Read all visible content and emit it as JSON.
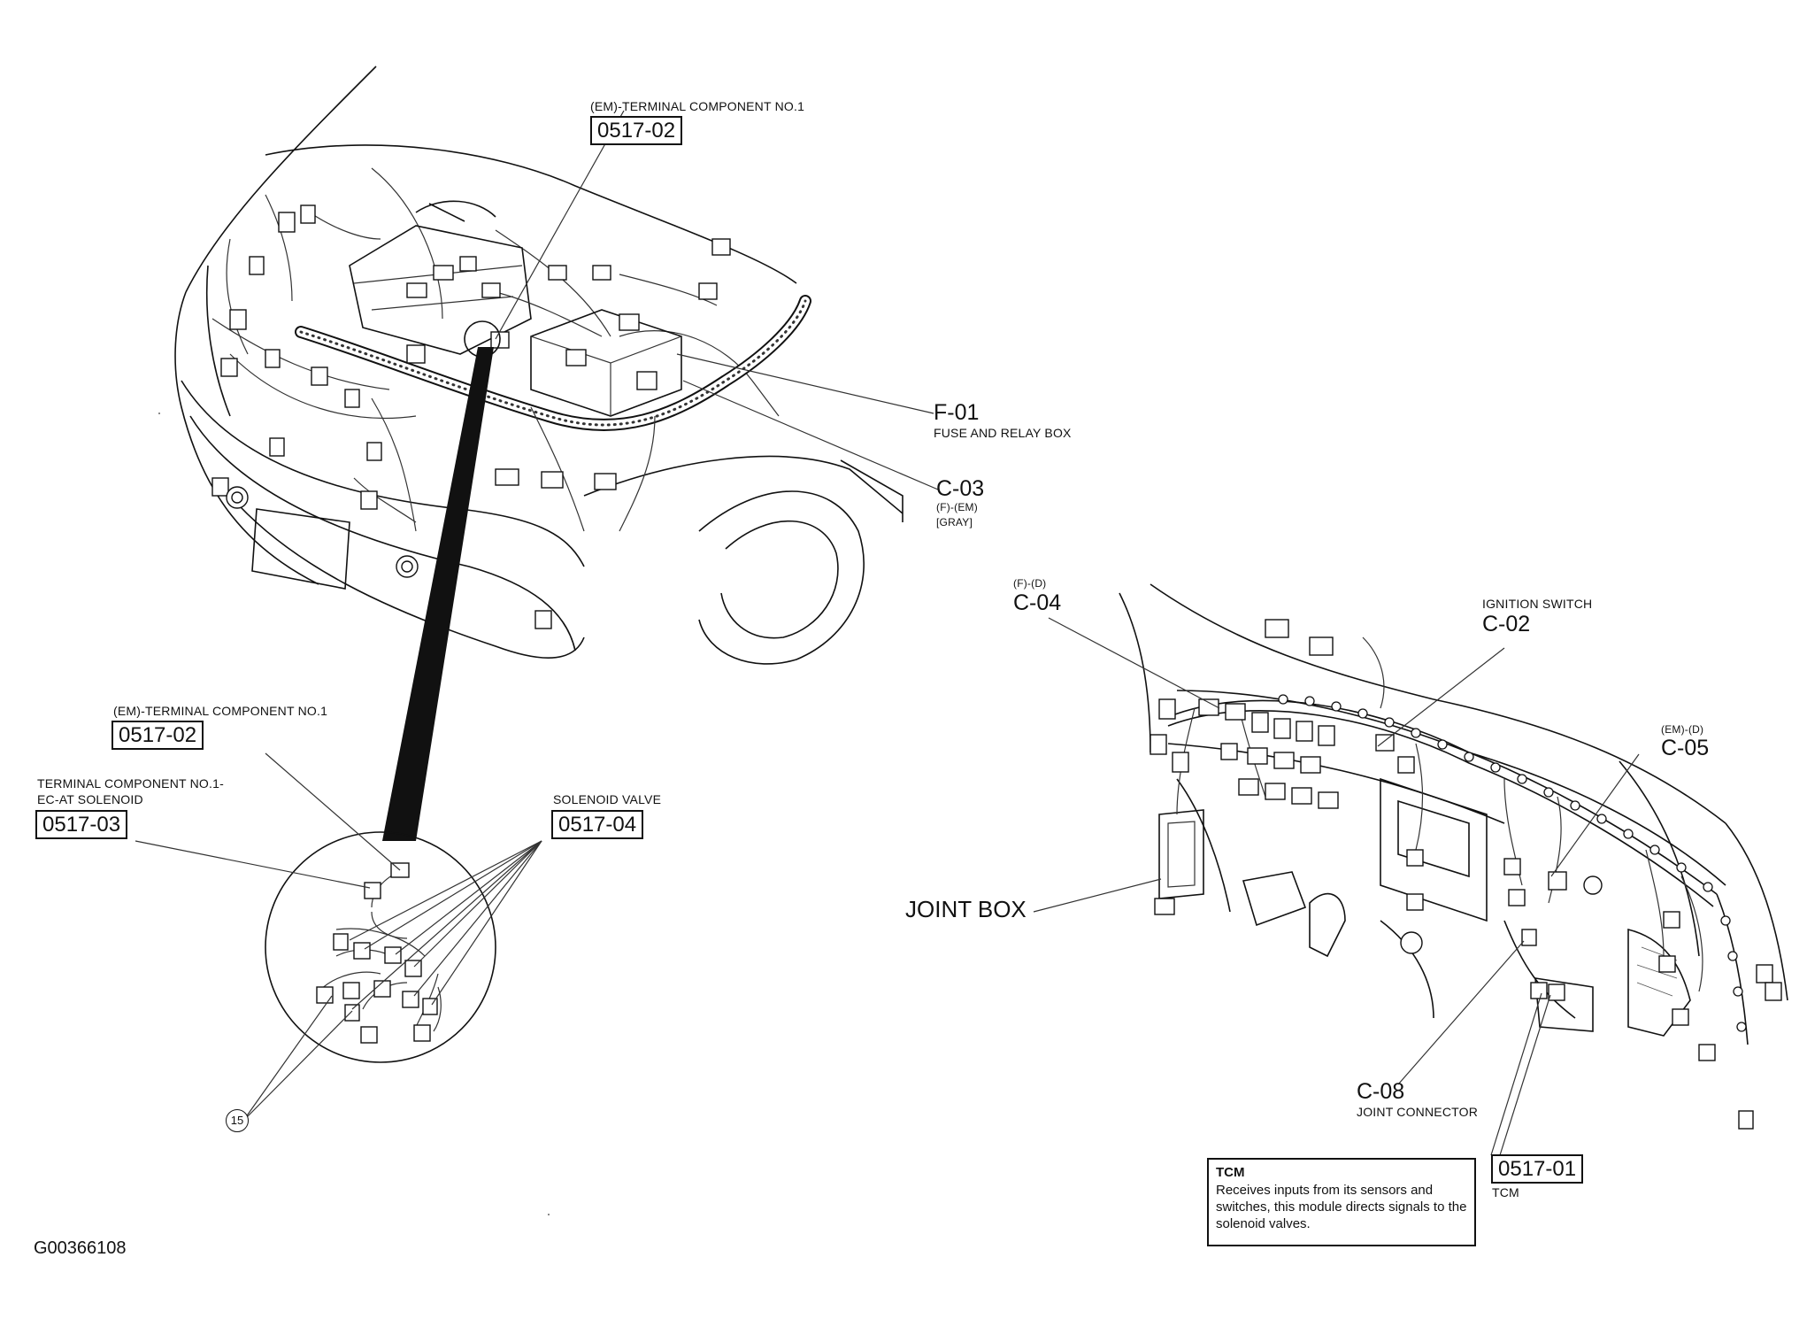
{
  "figure_id": "G00366108",
  "engine_bay": {
    "terminal_component_top": {
      "caption": "(EM)-TERMINAL COMPONENT NO.1",
      "code": "0517-02"
    },
    "f01": {
      "id": "F-01",
      "desc": "FUSE AND RELAY BOX"
    },
    "c03": {
      "id": "C-03",
      "sub1": "(F)-(EM)",
      "sub2": "[GRAY]"
    }
  },
  "detail": {
    "terminal_component": {
      "caption": "(EM)-TERMINAL COMPONENT NO.1",
      "code": "0517-02"
    },
    "ec_at": {
      "caption1": "TERMINAL COMPONENT NO.1-",
      "caption2": "EC-AT SOLENOID",
      "code": "0517-03"
    },
    "solenoid_valve": {
      "caption": "SOLENOID VALVE",
      "code": "0517-04"
    },
    "callout_number": "15"
  },
  "dashboard": {
    "c04": {
      "sub": "(F)-(D)",
      "id": "C-04"
    },
    "c02": {
      "caption": "IGNITION SWITCH",
      "id": "C-02"
    },
    "c05": {
      "sub": "(EM)-(D)",
      "id": "C-05"
    },
    "joint_box": "JOINT BOX",
    "c08": {
      "id": "C-08",
      "desc": "JOINT CONNECTOR"
    },
    "tcm_code": {
      "code": "0517-01",
      "caption": "TCM"
    },
    "tcm_note": {
      "title": "TCM",
      "text": "Receives inputs from its sensors and switches, this module directs signals to the solenoid valves."
    }
  }
}
